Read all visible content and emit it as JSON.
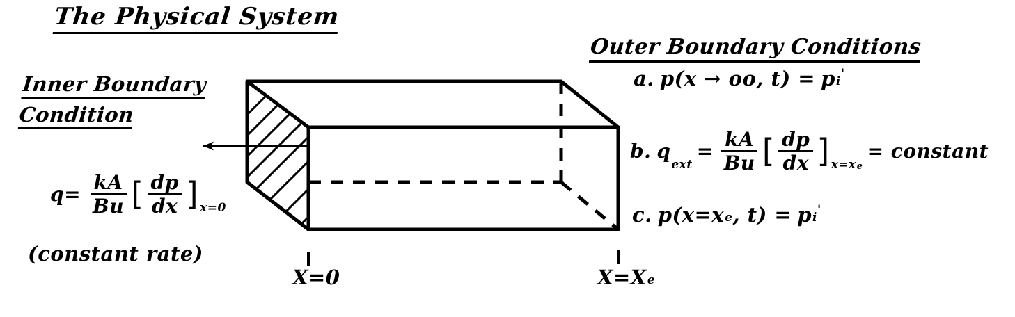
{
  "title": "The Physical System",
  "inner_boundary": {
    "heading_line1": "Inner Boundary",
    "heading_line2": "Condition",
    "equation": {
      "lhs": "q=",
      "coef_num": "kA",
      "coef_den": "Bu",
      "bracket_open": "[",
      "bracket_num": "dp",
      "bracket_den": "dx",
      "bracket_close": "]",
      "subscript": "x=0"
    },
    "note": "(constant rate)"
  },
  "outer_boundary": {
    "heading": "Outer Boundary Conditions",
    "items": [
      {
        "label": "a.",
        "text": "p(x → oo, t) =",
        "rhs_base": "p",
        "rhs_sub": "i",
        "rhs_prime": "'"
      },
      {
        "label": "b.",
        "lhs_base": "q",
        "lhs_sub": "ext",
        "equals": "=",
        "coef_num": "kA",
        "coef_den": "Bu",
        "bracket_open": "[",
        "bracket_num": "dp",
        "bracket_den": "dx",
        "bracket_close": "]",
        "subscript_base": "x=x",
        "subscript_sub": "e",
        "tail": "= constant"
      },
      {
        "label": "c.",
        "text_a": "p(x=x",
        "text_sub": "e",
        "text_b": ", t) =",
        "rhs_base": "p",
        "rhs_sub": "i",
        "rhs_prime": "'"
      }
    ]
  },
  "diagram": {
    "axis_label_left": "X=0",
    "axis_label_right_base": "X=X",
    "axis_label_right_sub": "e",
    "arrow_name": "flow-arrow-left",
    "ink_color": "#000000"
  }
}
